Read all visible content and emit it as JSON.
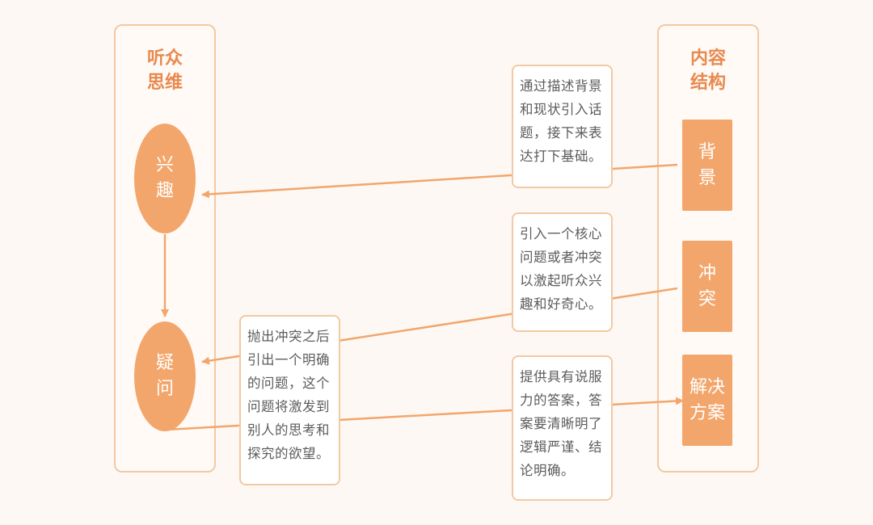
{
  "left_panel": {
    "title": "听众\n思维",
    "nodes": [
      {
        "label": "兴\n趣"
      },
      {
        "label": "疑\n问"
      }
    ]
  },
  "right_panel": {
    "title": "内容\n结构",
    "nodes": [
      {
        "label": "背\n景"
      },
      {
        "label": "冲\n突"
      },
      {
        "label": "解决\n方案"
      }
    ]
  },
  "notes": {
    "background": "通过描述背景\n和现状引入话\n题，接下来表\n达打下基础。",
    "conflict": "引入一个核心\n问题或者冲突\n以激起听众兴\n趣和好奇心。",
    "question": "抛出冲突之后\n引出一个明确\n的问题，这个\n问题将激发到\n别人的思考和\n探究的欲望。",
    "solution": "提供具有说服\n力的答案，答\n案要清晰明了\n逻辑严谨、结\n论明确。"
  },
  "colors": {
    "accent": "#f2a66c",
    "border": "#f3c9a3",
    "title": "#e8894e",
    "text": "#5c5c5c"
  }
}
